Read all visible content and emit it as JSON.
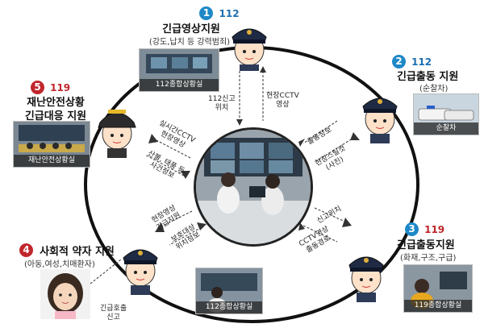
{
  "nodes": [
    {
      "id": "1",
      "code": "112",
      "title": "긴급영상지원",
      "subtitle": "(강도,납치 등 강력범죄)",
      "photo_caption": "112종합상황실",
      "color": "#1e88c8"
    },
    {
      "id": "2",
      "code": "112",
      "title": "긴급출동 지원",
      "subtitle": "(순찰차)",
      "photo_caption": "순찰차",
      "color": "#1e88c8"
    },
    {
      "id": "3",
      "code": "119",
      "title": "긴급출동지원",
      "subtitle": "(화재,구조,구급)",
      "photo_caption": "119종합상황실",
      "color": "#c0262b"
    },
    {
      "id": "4",
      "code": "",
      "title": "사회적 약자 지원",
      "subtitle": "(아동,여성,치매환자)",
      "photo_caption": "112종합상황실",
      "color": "#c0262b"
    },
    {
      "id": "5",
      "code": "119",
      "title_line1": "재난안전상황",
      "title_line2": "긴급대응 지원",
      "photo_caption": "재난안전상황실",
      "color": "#c0262b"
    }
  ],
  "flows": {
    "top_left": "112신고\n위치",
    "top_right": "현장CCTV\n영상",
    "right_top_a": "출동정보",
    "right_top_b": "현장스틸컷\n(사진)",
    "right_bottom_a": "신고위치",
    "right_bottom_b": "CCTV영상\n출동경로",
    "bottom_left_a": "현장영상\n긴급지원",
    "bottom_left_b": "보호대상\n위치정보",
    "left_top_a": "실시간CCTV\n현장영상",
    "left_top_b": "산불, 태풍 등\n사건정보",
    "emergency_call": "긴급호출\n신고"
  }
}
